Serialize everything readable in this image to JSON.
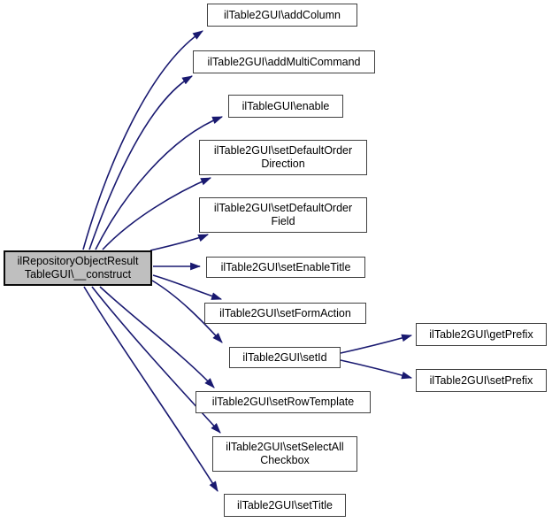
{
  "diagram": {
    "type": "call-graph",
    "colors": {
      "edge": "#191970",
      "node_fill": "#ffffff",
      "node_border": "#404040",
      "main_node_fill": "#bfbfbf",
      "text": "#000000",
      "background": "#ffffff"
    },
    "nodes": [
      {
        "id": "construct",
        "label": "ilRepositoryObjectResult\nTableGUI\\__construct",
        "main": true
      },
      {
        "id": "addColumn",
        "label": "ilTable2GUI\\addColumn"
      },
      {
        "id": "addMultiCommand",
        "label": "ilTable2GUI\\addMultiCommand"
      },
      {
        "id": "enable",
        "label": "ilTableGUI\\enable"
      },
      {
        "id": "setDefaultOrderDirection",
        "label": "ilTable2GUI\\setDefaultOrder\nDirection"
      },
      {
        "id": "setDefaultOrderField",
        "label": "ilTable2GUI\\setDefaultOrder\nField"
      },
      {
        "id": "setEnableTitle",
        "label": "ilTable2GUI\\setEnableTitle"
      },
      {
        "id": "setFormAction",
        "label": "ilTable2GUI\\setFormAction"
      },
      {
        "id": "setId",
        "label": "ilTable2GUI\\setId"
      },
      {
        "id": "setRowTemplate",
        "label": "ilTable2GUI\\setRowTemplate"
      },
      {
        "id": "setSelectAllCheckbox",
        "label": "ilTable2GUI\\setSelectAll\nCheckbox"
      },
      {
        "id": "setTitle",
        "label": "ilTable2GUI\\setTitle"
      },
      {
        "id": "getPrefix",
        "label": "ilTable2GUI\\getPrefix"
      },
      {
        "id": "setPrefix",
        "label": "ilTable2GUI\\setPrefix"
      }
    ],
    "edges": [
      {
        "from": "construct",
        "to": "addColumn"
      },
      {
        "from": "construct",
        "to": "addMultiCommand"
      },
      {
        "from": "construct",
        "to": "enable"
      },
      {
        "from": "construct",
        "to": "setDefaultOrderDirection"
      },
      {
        "from": "construct",
        "to": "setDefaultOrderField"
      },
      {
        "from": "construct",
        "to": "setEnableTitle"
      },
      {
        "from": "construct",
        "to": "setFormAction"
      },
      {
        "from": "construct",
        "to": "setId"
      },
      {
        "from": "construct",
        "to": "setRowTemplate"
      },
      {
        "from": "construct",
        "to": "setSelectAllCheckbox"
      },
      {
        "from": "construct",
        "to": "setTitle"
      },
      {
        "from": "setId",
        "to": "getPrefix"
      },
      {
        "from": "setId",
        "to": "setPrefix"
      }
    ]
  }
}
